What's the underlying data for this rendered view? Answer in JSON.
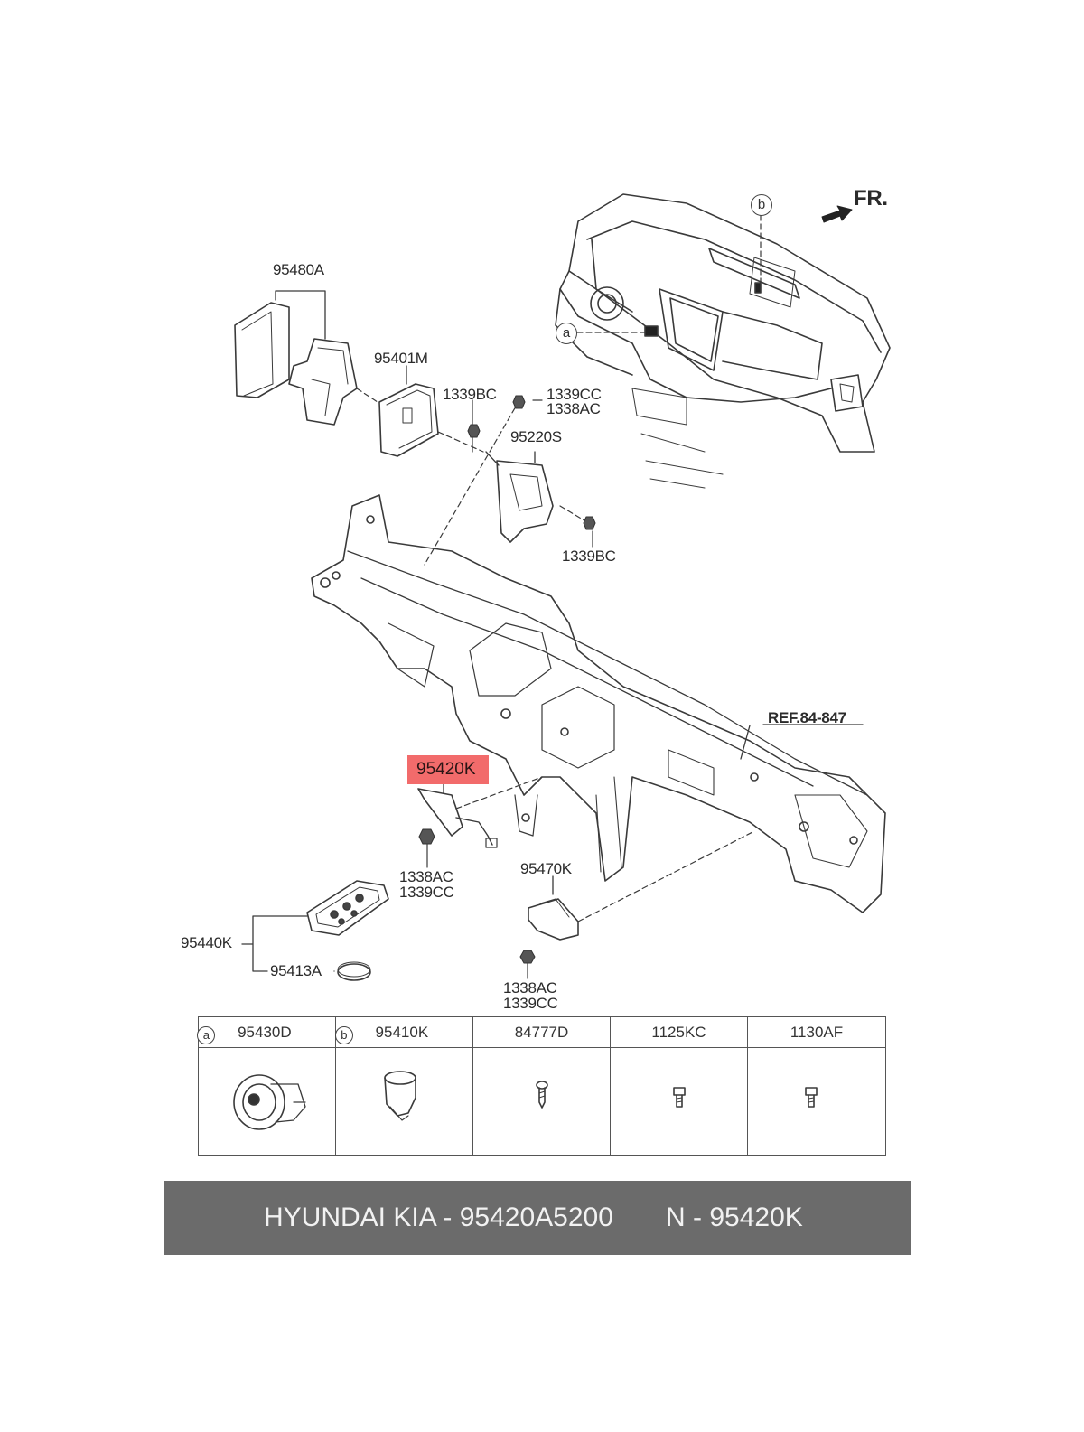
{
  "diagram": {
    "direction_label": "FR.",
    "callouts": {
      "a": "a",
      "b": "b"
    },
    "labels": {
      "p95480A": "95480A",
      "p95401M": "95401M",
      "p1339BC_top": "1339BC",
      "p1339CC_top": "1339CC",
      "p1338AC_top": "1338AC",
      "p95220S": "95220S",
      "p1339BC_mid": "1339BC",
      "ref": "REF.84-847",
      "highlight": "95420K",
      "p1338AC_left": "1338AC",
      "p1339CC_left": "1339CC",
      "p95470K": "95470K",
      "p95440K": "95440K",
      "p95413A": "95413A",
      "p1338AC_bot": "1338AC",
      "p1339CC_bot": "1339CC"
    },
    "highlight_color": "#f26b6b"
  },
  "parts_table": [
    {
      "callout": "a",
      "part": "95430D",
      "icon": "start-button-icon"
    },
    {
      "callout": "b",
      "part": "95410K",
      "icon": "sensor-icon"
    },
    {
      "callout": "",
      "part": "84777D",
      "icon": "screw-icon"
    },
    {
      "callout": "",
      "part": "1125KC",
      "icon": "bolt-icon"
    },
    {
      "callout": "",
      "part": "1130AF",
      "icon": "bolt-icon"
    }
  ],
  "footer": {
    "brand": "HYUNDAI  KIA - 95420A5200",
    "code": "N - 95420K",
    "background": "#6b6b6b"
  }
}
